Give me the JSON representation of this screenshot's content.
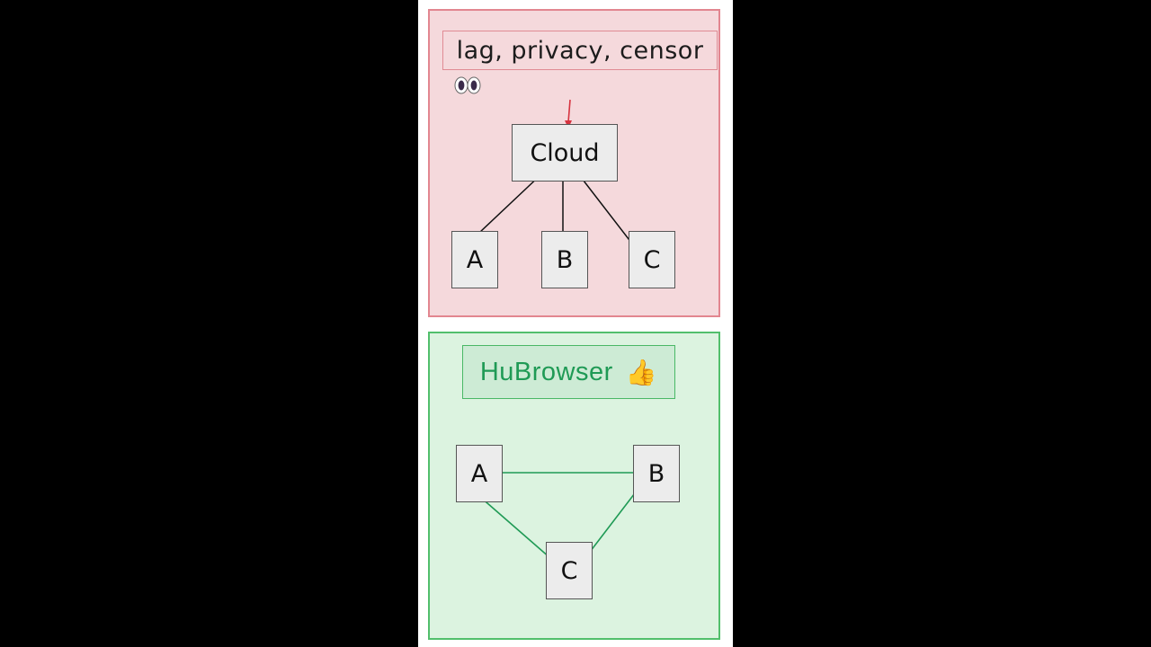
{
  "cloud_panel": {
    "title": "lag, privacy, censor",
    "emoji": "👀",
    "hub": "Cloud",
    "nodes": [
      "A",
      "B",
      "C"
    ],
    "accent": "#e28690",
    "line_color": "#111111",
    "arrow_color": "#d6333f"
  },
  "p2p_panel": {
    "title": "HuBrowser",
    "emoji": "👍",
    "nodes": [
      "A",
      "B",
      "C"
    ],
    "accent": "#52bf6c",
    "line_color": "#1f9a55"
  }
}
